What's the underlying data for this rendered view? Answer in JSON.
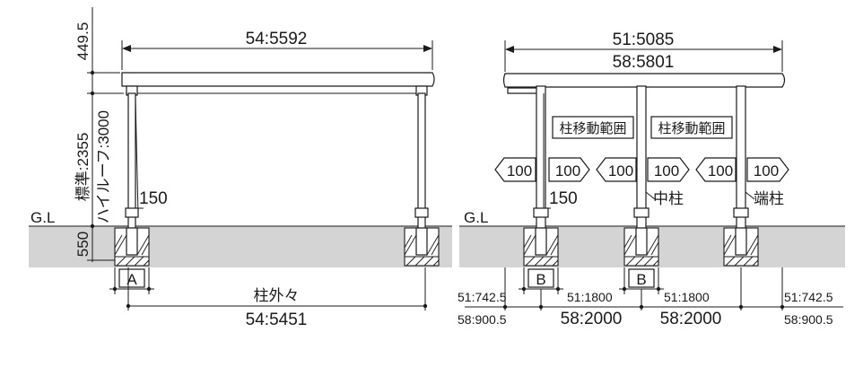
{
  "front_view": {
    "roof_width": "54:5592",
    "roof_height": "449.5",
    "post_height_label": "標準:2355",
    "post_height_label_2": "ハイルーフ:3000",
    "post_offset": "150",
    "ground_label": "G.L",
    "footing_depth": "550",
    "footing_label": "A",
    "post_outer_label": "柱外々",
    "post_outer_width": "54:5451"
  },
  "side_view": {
    "top_dim_1": "51:5085",
    "top_dim_2": "58:5801",
    "range_label_1": "柱移動範囲",
    "range_label_2": "柱移動範囲",
    "arrow_values": [
      "100",
      "100",
      "100",
      "100",
      "100",
      "100"
    ],
    "post_offset": "150",
    "middle_post_label": "中柱",
    "end_post_label": "端柱",
    "ground_label": "G.L",
    "footing_label_1": "B",
    "footing_label_2": "B",
    "bottom_left_51": "51:742.5",
    "bottom_left_58": "58:900.5",
    "bottom_mid_51_1": "51:1800",
    "bottom_mid_51_2": "51:1800",
    "bottom_mid_58_1": "58:2000",
    "bottom_mid_58_2": "58:2000",
    "bottom_right_51": "51:742.5",
    "bottom_right_58": "58:900.5"
  },
  "colors": {
    "ground": "#d4d4d4",
    "ink": "#1a1a1a"
  }
}
